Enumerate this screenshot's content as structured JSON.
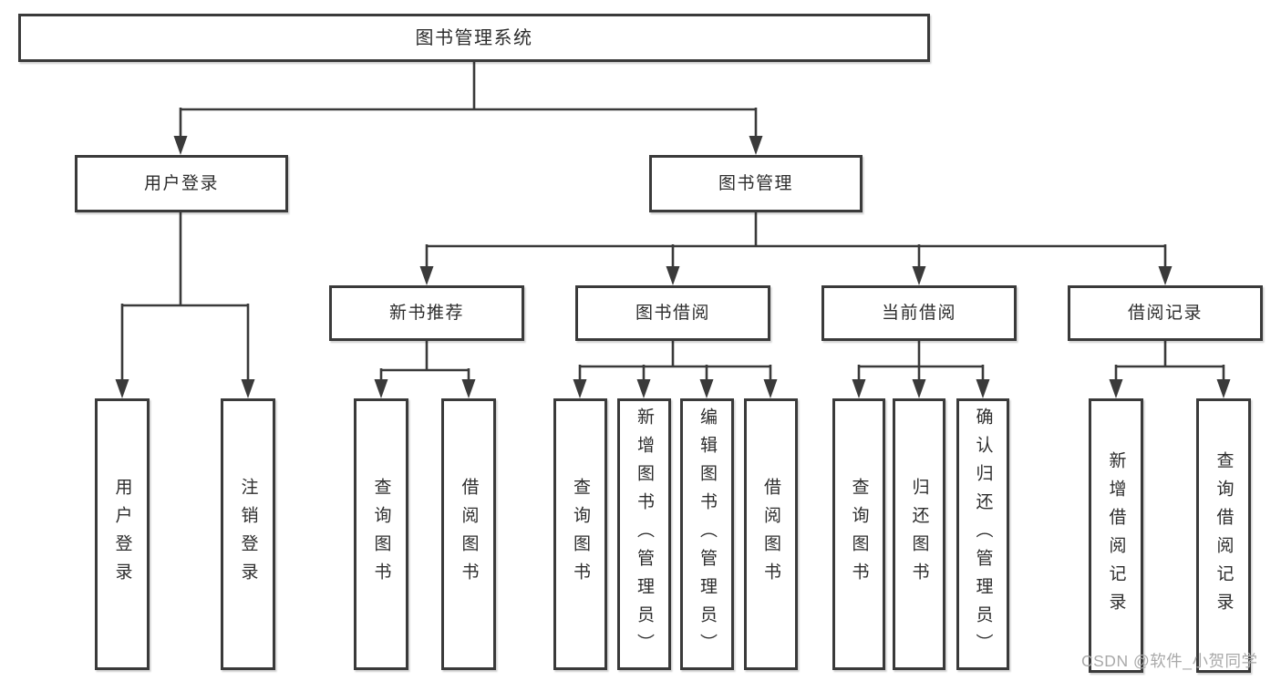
{
  "diagram": {
    "title": "图书管理系统",
    "tree": {
      "label": "图书管理系统",
      "children": [
        {
          "label": "用户登录",
          "children": [
            {
              "label": "用户登录"
            },
            {
              "label": "注销登录"
            }
          ]
        },
        {
          "label": "图书管理",
          "children": [
            {
              "label": "新书推荐",
              "children": [
                {
                  "label": "查询图书"
                },
                {
                  "label": "借阅图书"
                }
              ]
            },
            {
              "label": "图书借阅",
              "children": [
                {
                  "label": "查询图书"
                },
                {
                  "label": "新增图书（管理员）"
                },
                {
                  "label": "编辑图书（管理员）"
                },
                {
                  "label": "借阅图书"
                }
              ]
            },
            {
              "label": "当前借阅",
              "children": [
                {
                  "label": "查询图书"
                },
                {
                  "label": "归还图书"
                },
                {
                  "label": "确认归还（管理员）"
                }
              ]
            },
            {
              "label": "借阅记录",
              "children": [
                {
                  "label": "新增借阅记录"
                },
                {
                  "label": "查询借阅记录"
                }
              ]
            }
          ]
        }
      ]
    }
  },
  "watermark": {
    "text": "CSDN @软件_小贺同学"
  },
  "colors": {
    "line": "#3a3a3a",
    "box_fill": "#ffffff",
    "text": "#2d2d2d",
    "watermark": "#a9a9a9",
    "background": "#ffffff"
  }
}
